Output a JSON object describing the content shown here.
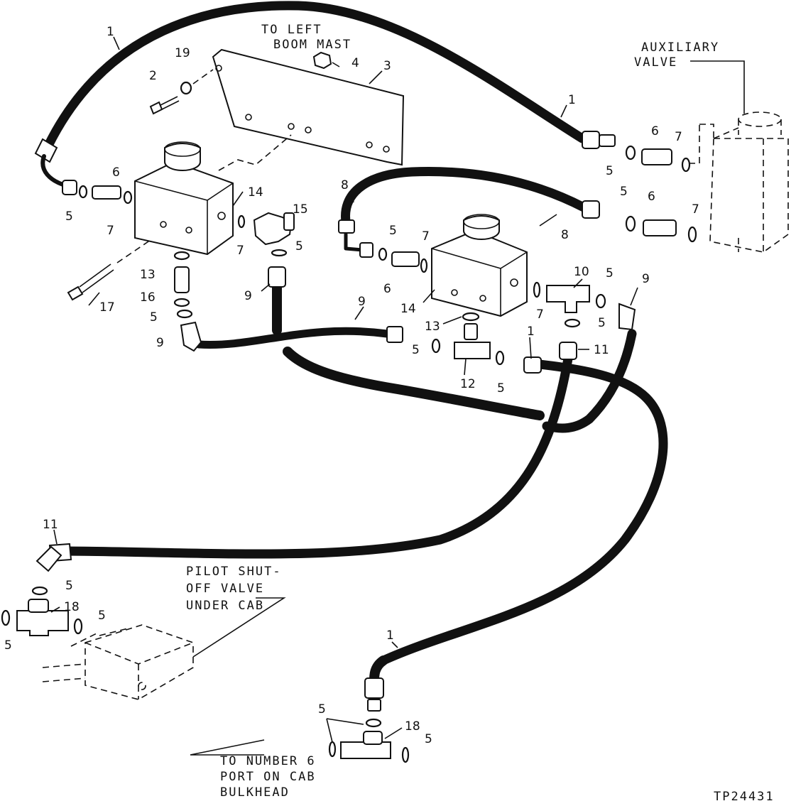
{
  "diagram_id": "TP24431",
  "notes": {
    "left_boom_mast": [
      "TO LEFT",
      "BOOM MAST"
    ],
    "auxiliary_valve": [
      "AUXILIARY",
      "VALVE"
    ],
    "pilot_valve": [
      "PILOT SHUT-",
      "OFF VALVE",
      "UNDER CAB"
    ],
    "bulkhead": [
      "TO NUMBER 6",
      "PORT ON CAB",
      "BULKHEAD"
    ]
  },
  "callouts": {
    "c1_a": "1",
    "c1_b": "1",
    "c1_c": "1",
    "c1_d": "1",
    "c2": "2",
    "c3": "3",
    "c4": "4",
    "c5_a": "5",
    "c5_b": "5",
    "c5_c": "5",
    "c5_d": "5",
    "c5_e": "5",
    "c5_f": "5",
    "c5_g": "5",
    "c5_h": "5",
    "c5_i": "5",
    "c5_j": "5",
    "c5_k": "5",
    "c5_l": "5",
    "c5_m": "5",
    "c5_n": "5",
    "c5_o": "5",
    "c6_a": "6",
    "c6_b": "6",
    "c6_c": "6",
    "c6_d": "6",
    "c7_a": "7",
    "c7_b": "7",
    "c7_c": "7",
    "c7_d": "7",
    "c7_e": "7",
    "c7_f": "7",
    "c8_a": "8",
    "c8_b": "8",
    "c9_a": "9",
    "c9_b": "9",
    "c9_c": "9",
    "c9_d": "9",
    "c10": "10",
    "c11_a": "11",
    "c11_b": "11",
    "c12": "12",
    "c13_a": "13",
    "c13_b": "13",
    "c14_a": "14",
    "c14_b": "14",
    "c15": "15",
    "c16": "16",
    "c17": "17",
    "c18_a": "18",
    "c18_b": "18",
    "c19": "19"
  }
}
